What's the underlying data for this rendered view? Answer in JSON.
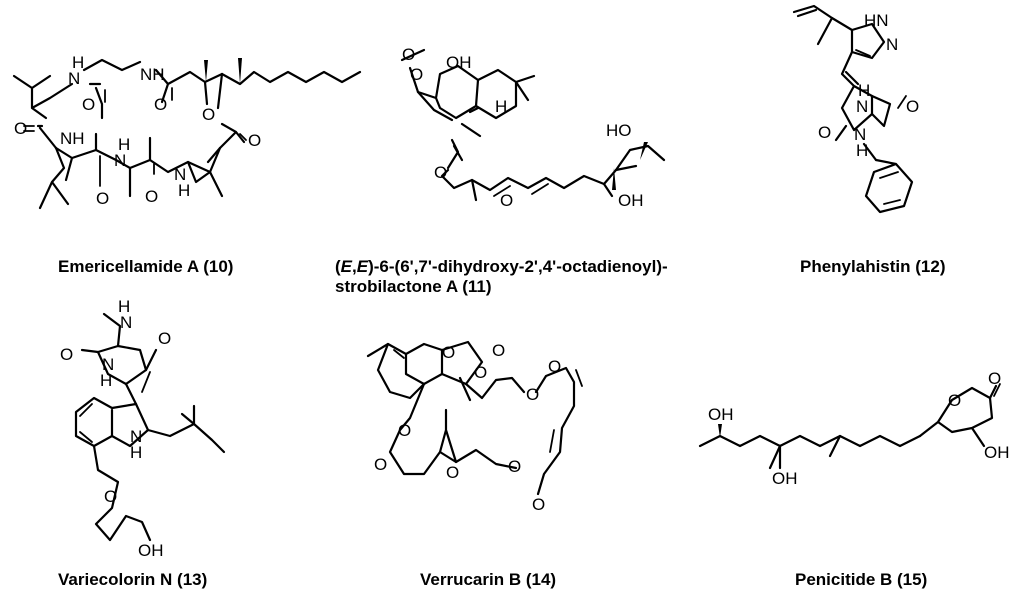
{
  "compounds": [
    {
      "id": 10,
      "name": "Emericellamide A (10)"
    },
    {
      "id": 11,
      "name_prefix": "(",
      "name_e1": "E",
      "name_sep": ",",
      "name_e2": "E",
      "name_rest": ")-6-(6',7'-dihydroxy-2',4'-octadienoyl)-",
      "name_line2": "strobilactone A  (11)"
    },
    {
      "id": 12,
      "name": "Phenylahistin (12)"
    },
    {
      "id": 13,
      "name": "Variecolorin N (13)"
    },
    {
      "id": 14,
      "name": "Verrucarin B (14)"
    },
    {
      "id": 15,
      "name": "Penicitide B (15)"
    }
  ],
  "atoms": {
    "H": "H",
    "N": "N",
    "O": "O",
    "OH": "OH",
    "HO": "HO",
    "HN": "HN",
    "NH": "NH"
  }
}
